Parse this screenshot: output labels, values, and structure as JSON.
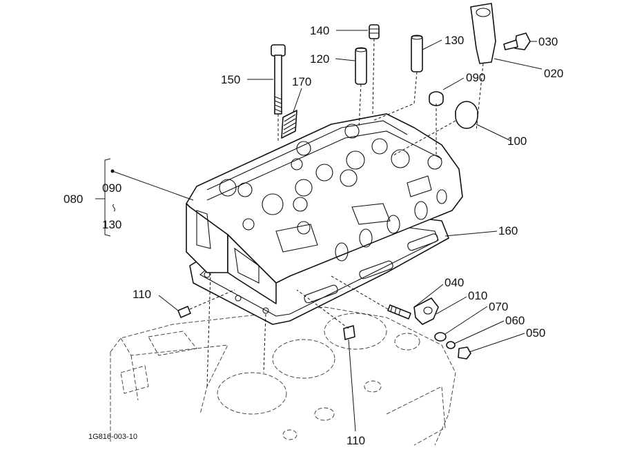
{
  "diagram_id": "1G816-003-10",
  "callouts": {
    "p010": "010",
    "p020": "020",
    "p030": "030",
    "p040": "040",
    "p050": "050",
    "p060": "060",
    "p070": "070",
    "p080": "080",
    "p090_top": "090",
    "p090_group": "090",
    "p100": "100",
    "p110_left": "110",
    "p110_bottom": "110",
    "p120": "120",
    "p130_top": "130",
    "p130_group": "130",
    "p140": "140",
    "p150": "150",
    "p160": "160",
    "p170": "170"
  }
}
